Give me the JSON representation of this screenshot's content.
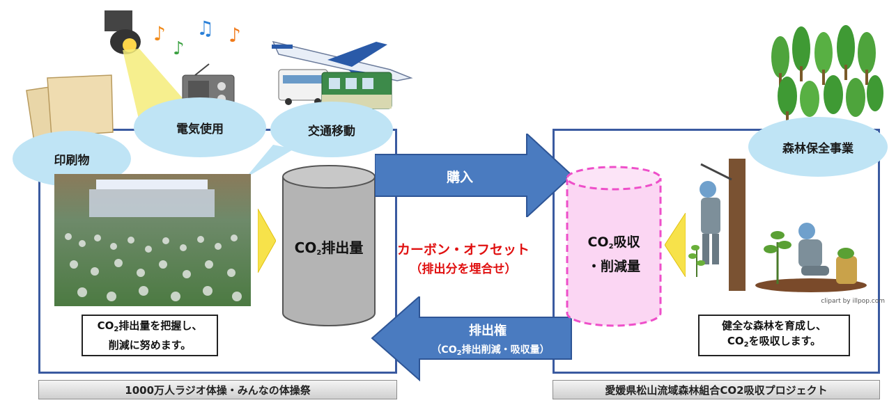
{
  "bubbles": {
    "print": "印刷物",
    "electricity": "電気使用",
    "transport": "交通移動",
    "forest": "森林保全事業"
  },
  "left": {
    "emission_label_co": "CO",
    "emission_label_sub": "2",
    "emission_label_rest": "排出量",
    "note_line1_co": "CO",
    "note_line1_sub": "2",
    "note_line1_rest": "排出量を把握し、",
    "note_line2": "削減に努めます。",
    "footer": "1000万人ラジオ体操・みんなの体操祭"
  },
  "center": {
    "purchase": "購入",
    "offset_title": "カーボン・オフセット",
    "offset_sub": "（排出分を埋合せ）",
    "credit_title": "排出権",
    "credit_sub_open": "（CO",
    "credit_sub_sub": "2",
    "credit_sub_rest": "排出削減・吸収量）"
  },
  "right": {
    "absorb_line1_co": "CO",
    "absorb_line1_sub": "2",
    "absorb_line1_rest": "吸収",
    "absorb_line2": "・削減量",
    "note_line1": "健全な森林を育成し、",
    "note_line2_co": "CO",
    "note_line2_sub": "2",
    "note_line2_rest": "を吸収します。",
    "credit": "clipart by illpop.com",
    "footer": "愛媛県松山流域森林組合CO2吸収プロジェクト"
  },
  "colors": {
    "frame": "#3a5aa0",
    "arrow": "#4a7bc0",
    "bubble": "#bfe4f5",
    "offset_text": "#e01010",
    "absorb_cylinder": "#fbd6f3"
  }
}
